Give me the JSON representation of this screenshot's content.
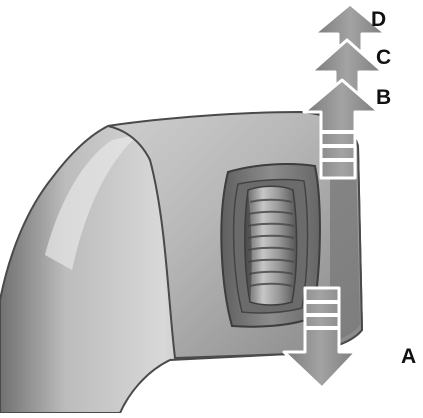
{
  "labels": {
    "d": "D",
    "c": "C",
    "b": "B",
    "a": "A"
  },
  "colors": {
    "background": "#ffffff",
    "housing_light": "#d8d8d8",
    "housing_mid": "#a7a7a7",
    "housing_dark": "#5a5a5a",
    "arrow_fill": "#8f8f8f",
    "arrow_stroke": "#ffffff",
    "label_text": "#111111"
  }
}
